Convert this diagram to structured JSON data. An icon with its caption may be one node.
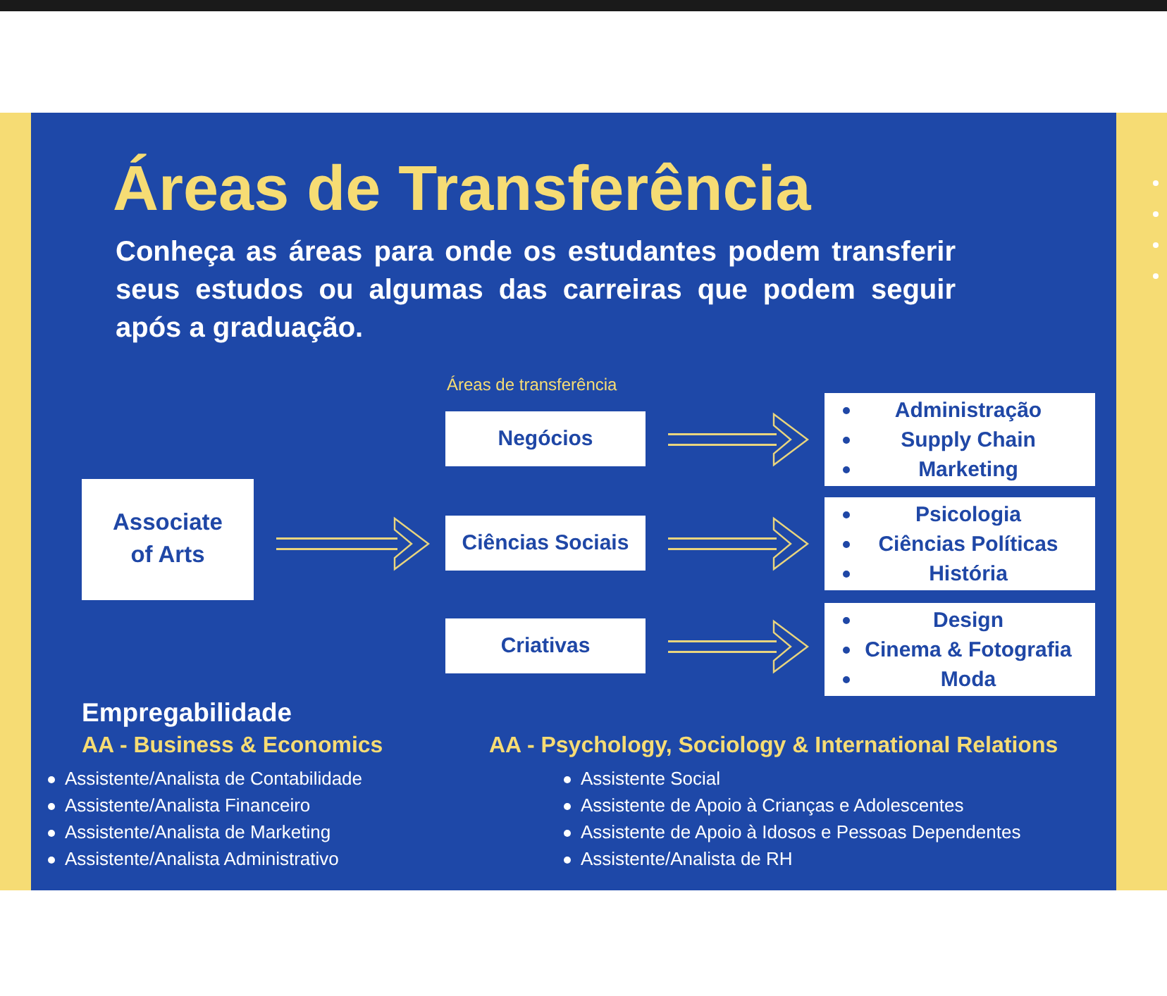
{
  "diagram": {
    "title": "Áreas de Transferência",
    "nodes": [
      {
        "text": [
          "Associate of Arts"
        ]
      },
      {
        "text": [
          "Negócios"
        ]
      },
      {
        "text": [
          "Ciências Sociais"
        ]
      },
      {
        "text": [
          "Criativas"
        ]
      },
      {
        "text": [
          "Administração",
          "Supply Chain",
          "Marketing"
        ]
      },
      {
        "text": [
          "Psicologia",
          "Ciências Políticas",
          "História"
        ]
      },
      {
        "text": [
          "Design",
          "Cinema & Fotografia",
          "Moda"
        ]
      }
    ],
    "edges": [
      {
        "from": 0,
        "to": 2,
        "arrow": "to"
      },
      {
        "from": 1,
        "to": 4,
        "arrow": "to"
      },
      {
        "from": 2,
        "to": 5,
        "arrow": "to"
      },
      {
        "from": 3,
        "to": 6,
        "arrow": "to"
      }
    ],
    "labels": [
      "Conheça as áreas para onde os estudantes podem transferir seus estudos ou algumas das carreiras que podem seguir após a graduação.",
      "Áreas de transferência",
      "Empregabilidade",
      "AA - Business & Economics",
      "Assistente/Analista de Contabilidade",
      "Assistente/Analista Financeiro",
      "Assistente/Analista de Marketing",
      "Assistente/Analista Administrativo",
      "AA - Psychology, Sociology & International Relations",
      "Assistente Social",
      "Assistente de Apoio à Crianças e Adolescentes",
      "Assistente de Apoio à Idosos e Pessoas Dependentes",
      "Assistente/Analista de RH"
    ]
  }
}
